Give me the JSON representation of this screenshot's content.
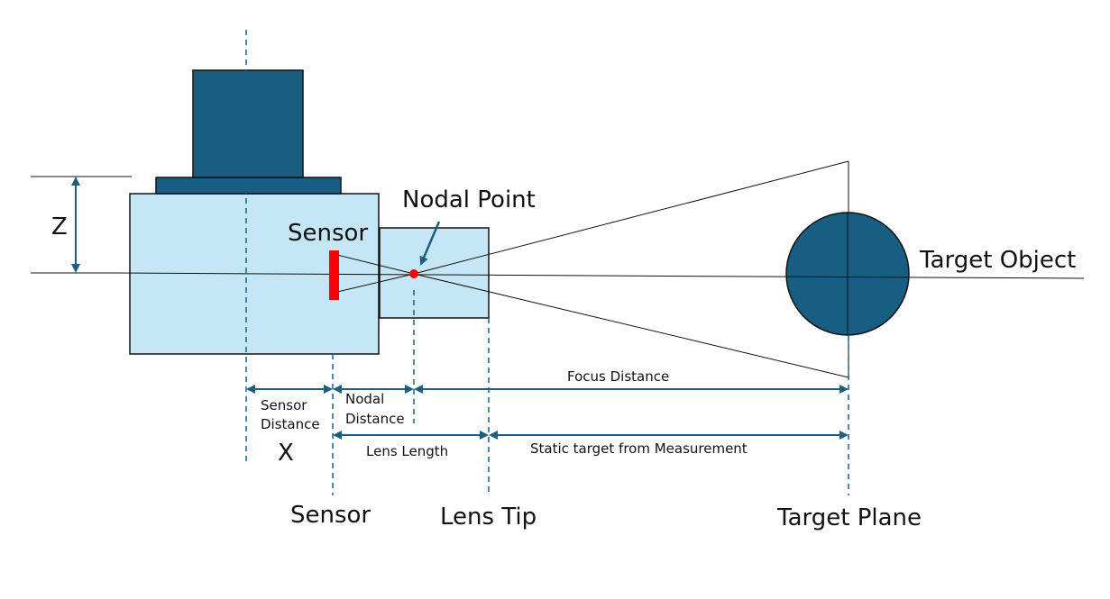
{
  "colors": {
    "dark_blue": "#175e82",
    "light_blue": "#c4e6f5",
    "sensor_red": "#ff0000",
    "dim_line": "#1e5f80",
    "dashed_line": "#1e5f80",
    "black": "#111111"
  },
  "labels": {
    "z": "Z",
    "x": "X",
    "sensor_top": "Sensor",
    "nodal_point": "Nodal Point",
    "target_object": "Target Object",
    "sensor_distance_1": "Sensor",
    "sensor_distance_2": "Distance",
    "nodal_distance_1": "Nodal",
    "nodal_distance_2": "Distance",
    "focus_distance": "Focus Distance",
    "lens_length": "Lens Length",
    "static_target": "Static target from Measurement",
    "sensor_bottom": "Sensor",
    "lens_tip": "Lens Tip",
    "target_plane": "Target Plane"
  }
}
